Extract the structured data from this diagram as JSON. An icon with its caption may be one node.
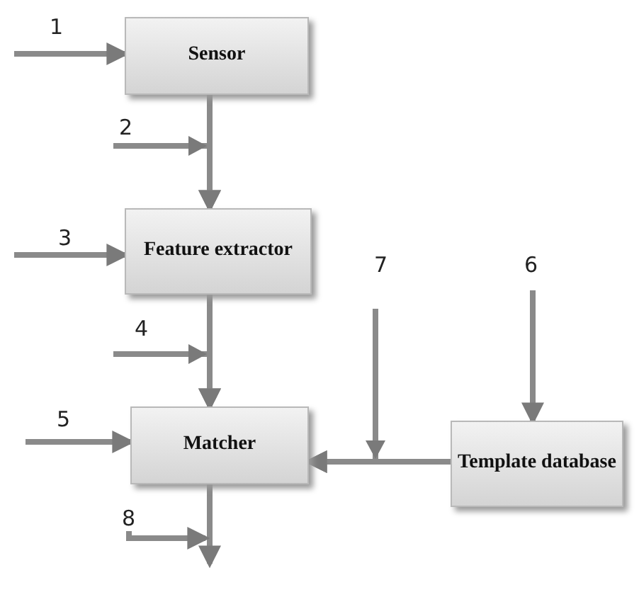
{
  "diagram": {
    "nodes": [
      {
        "text": [
          "Sensor"
        ]
      },
      {
        "text": [
          "Feature extractor"
        ]
      },
      {
        "text": [
          "Matcher"
        ]
      },
      {
        "text": [
          "Template database"
        ]
      },
      {
        "text": [
          "8"
        ]
      }
    ],
    "edges": [
      {
        "from": null,
        "to": 0,
        "arrow": "to",
        "label": "1"
      },
      {
        "from": 0,
        "to": 1,
        "arrow": "to"
      },
      {
        "from": null,
        "to": 1,
        "arrow": "to",
        "label": "2"
      },
      {
        "from": null,
        "to": 1,
        "arrow": "to",
        "label": "3"
      },
      {
        "from": 1,
        "to": 2,
        "arrow": "to"
      },
      {
        "from": null,
        "to": 2,
        "arrow": "to",
        "label": "4"
      },
      {
        "from": null,
        "to": 2,
        "arrow": "to",
        "label": "5"
      },
      {
        "from": 3,
        "to": 2,
        "arrow": "to"
      },
      {
        "from": null,
        "to": 2,
        "arrow": "to",
        "label": "7"
      },
      {
        "from": null,
        "to": 3,
        "arrow": "to",
        "label": "6"
      },
      {
        "from": 2,
        "to": null,
        "arrow": "to"
      },
      {
        "from": 4,
        "to": null,
        "arrow": "to"
      }
    ]
  }
}
